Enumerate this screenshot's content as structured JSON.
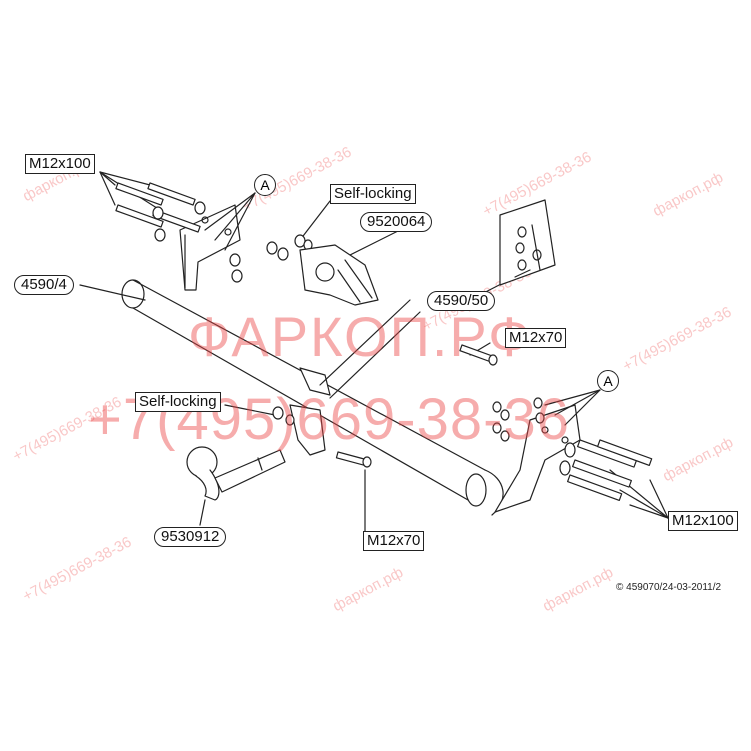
{
  "labels": {
    "bolt_m12x100_left": "M12x100",
    "bolt_m12x100_right": "M12x100",
    "bolt_m12x70_top": "M12x70",
    "bolt_m12x70_bottom": "M12x70",
    "self_locking_top": "Self-locking",
    "self_locking_left": "Self-locking",
    "part_9520064": "9520064",
    "part_4590_4": "4590/4",
    "part_4590_50": "4590/50",
    "part_9530912": "9530912",
    "ref_a_left": "A",
    "ref_a_right": "A"
  },
  "watermark": {
    "main_text": "ФАРКОП.РФ",
    "phone_text": "+7(495)669-38-36",
    "small_site": "фаркоп.рф",
    "small_phone": "+7(495)669-38-36"
  },
  "copyright": "© 459070/24-03-2011/2"
}
